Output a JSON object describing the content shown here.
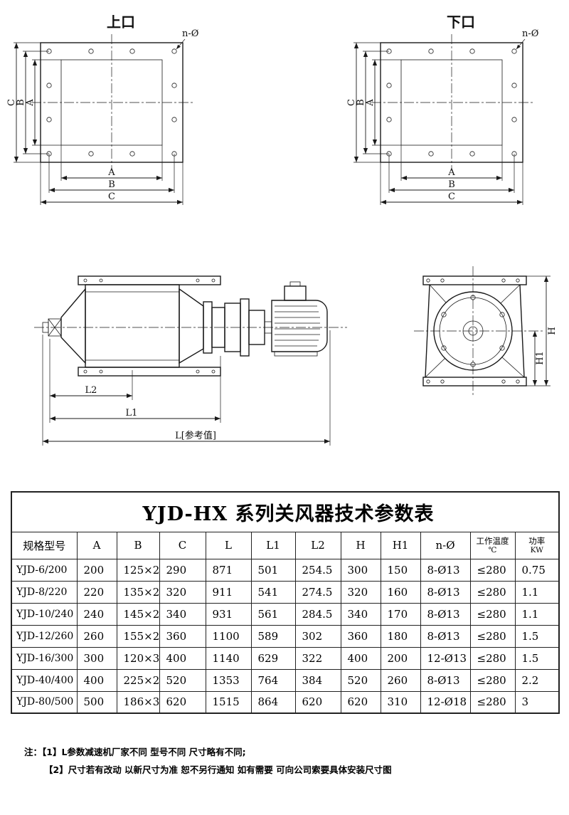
{
  "drawings": {
    "top_flange": {
      "title": "上口",
      "hole_label": "n-Ø",
      "dim_a": "A",
      "dim_b": "B",
      "dim_c": "C"
    },
    "bottom_flange": {
      "title": "下口",
      "hole_label": "n-Ø",
      "dim_a": "A",
      "dim_b": "B",
      "dim_c": "C"
    },
    "side_view": {
      "dim_l2": "L2",
      "dim_l1": "L1",
      "dim_l": "L[参考值]"
    },
    "end_view": {
      "dim_h": "H",
      "dim_h1": "H1"
    }
  },
  "table": {
    "title": "YJD-HX 系列关风器技术参数表",
    "headers": [
      {
        "label": "规格型号"
      },
      {
        "label": "A"
      },
      {
        "label": "B"
      },
      {
        "label": "C"
      },
      {
        "label": "L"
      },
      {
        "label": "L1"
      },
      {
        "label": "L2"
      },
      {
        "label": "H"
      },
      {
        "label": "H1"
      },
      {
        "label": "n-Ø"
      },
      {
        "label": "工作温度",
        "sub": "℃"
      },
      {
        "label": "功率",
        "sub": "KW"
      }
    ],
    "rows": [
      [
        "YJD-6/200",
        "200",
        "125×2",
        "290",
        "871",
        "501",
        "254.5",
        "300",
        "150",
        "8-Ø13",
        "≤280",
        "0.75"
      ],
      [
        "YJD-8/220",
        "220",
        "135×2",
        "320",
        "911",
        "541",
        "274.5",
        "320",
        "160",
        "8-Ø13",
        "≤280",
        "1.1"
      ],
      [
        "YJD-10/240",
        "240",
        "145×2",
        "340",
        "931",
        "561",
        "284.5",
        "340",
        "170",
        "8-Ø13",
        "≤280",
        "1.1"
      ],
      [
        "YJD-12/260",
        "260",
        "155×2",
        "360",
        "1100",
        "589",
        "302",
        "360",
        "180",
        "8-Ø13",
        "≤280",
        "1.5"
      ],
      [
        "YJD-16/300",
        "300",
        "120×3",
        "400",
        "1140",
        "629",
        "322",
        "400",
        "200",
        "12-Ø13",
        "≤280",
        "1.5"
      ],
      [
        "YJD-40/400",
        "400",
        "225×2",
        "520",
        "1353",
        "764",
        "384",
        "520",
        "260",
        "8-Ø13",
        "≤280",
        "2.2"
      ],
      [
        "YJD-80/500",
        "500",
        "186×3",
        "620",
        "1515",
        "864",
        "620",
        "620",
        "310",
        "12-Ø18",
        "≤280",
        "3"
      ]
    ]
  },
  "notes": {
    "prefix": "注：",
    "line1": "【1】L参数减速机厂家不同 型号不同 尺寸略有不同;",
    "line2": "【2】尺寸若有改动 以新尺寸为准 恕不另行通知 如有需要 可向公司索要具体安装尺寸图"
  }
}
